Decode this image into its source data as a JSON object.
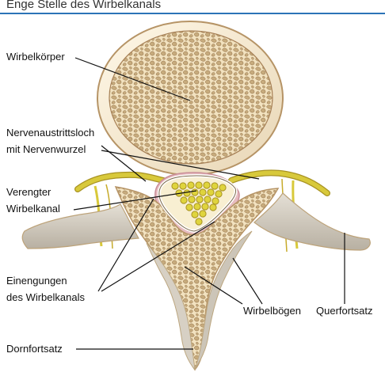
{
  "header": {
    "title": "Enge Stelle des Wirbelkanals",
    "rule_color": "#2b73b7"
  },
  "diagram": {
    "labels": {
      "wirbelkoerper": "Wirbelkörper",
      "nervenaustritt_line1": "Nervenaustrittsloch",
      "nervenaustritt_line2": "mit Nervenwurzel",
      "verengter_line1": "Verengter",
      "verengter_line2": "Wirbelkanal",
      "einengungen_line1": "Einengungen",
      "einengungen_line2": "des Wirbelkanals",
      "wirbelboegen": "Wirbelbögen",
      "querfortsatz": "Querfortsatz",
      "dornfortsatz": "Dornfortsatz"
    },
    "colors": {
      "bone_fill": "#f2e2bf",
      "bone_pattern": "#a07f54",
      "bone_edge": "#bda37a",
      "nerve": "#d8c93b",
      "nerve_edge": "#a89323",
      "pink_tissue": "#e7bcc0",
      "canal_fill": "#f8efd2",
      "grey_bone": "#d8d2c6"
    }
  }
}
